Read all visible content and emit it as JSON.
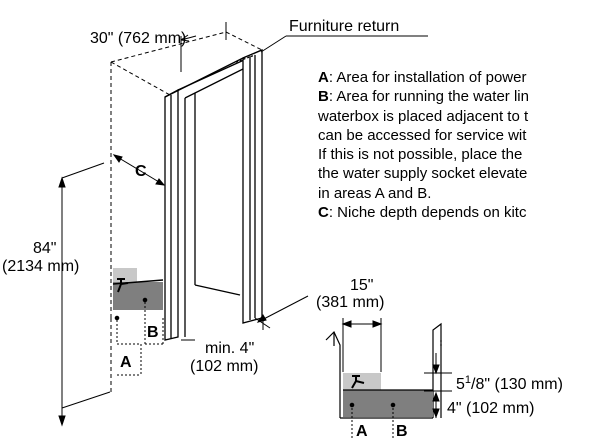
{
  "labels": {
    "width": "30\" (762 mm)",
    "furniture_return": "Furniture return",
    "height_in": "84\"",
    "height_mm": "(2134 mm)",
    "depth": "C",
    "area_a": "A",
    "area_b": "B",
    "min_gap_in": "min. 4\"",
    "min_gap_mm": "(102 mm)",
    "detail_width_in": "15\"",
    "detail_width_mm": "(381 mm)",
    "detail_upper_prefix": "5",
    "detail_upper_sup": "1",
    "detail_upper_suffix": "/8\" (130 mm)",
    "detail_lower": "4\" (102 mm)",
    "detail_a": "A",
    "detail_b": "B"
  },
  "notes": [
    {
      "key": "A",
      "text": ": Area for installation of power"
    },
    {
      "key": "B",
      "text": ": Area for running the water lin"
    },
    {
      "key": "",
      "text": "waterbox is placed adjacent to t"
    },
    {
      "key": "",
      "text": "can be accessed for service wit"
    },
    {
      "key": "",
      "text": "If this is not possible, place the"
    },
    {
      "key": "",
      "text": "the water supply socket elevate"
    },
    {
      "key": "",
      "text": "in areas A and B."
    },
    {
      "key": "C",
      "text": ": Niche depth depends on kitc"
    }
  ],
  "colors": {
    "area_a_fill": "#c8c8c8",
    "area_b_fill": "#7f7f7f",
    "line": "#000000"
  },
  "icons": [
    "water-tap-icon",
    "water-tap-icon"
  ]
}
